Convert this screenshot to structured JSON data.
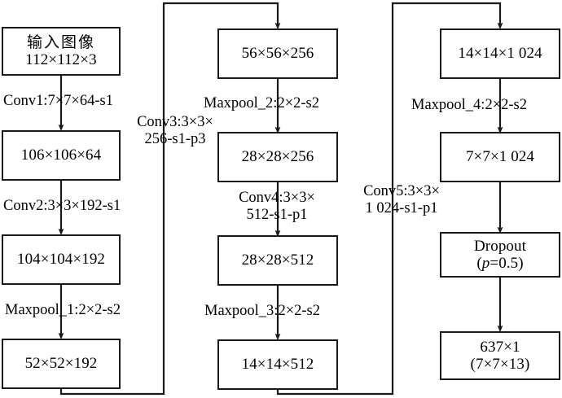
{
  "diagram": {
    "title": "CNN architecture flow diagram",
    "line_color": "#1a1a1a",
    "background": "#ffffff",
    "columns": [
      {
        "name": "column-1",
        "nodes": [
          {
            "id": "input",
            "line1": "输入图像",
            "line2": "112×112×3"
          },
          {
            "id": "conv1-out",
            "line1": "106×106×64",
            "line2": ""
          },
          {
            "id": "conv2-out",
            "line1": "104×104×192",
            "line2": ""
          },
          {
            "id": "maxpool1-out",
            "line1": "52×52×192",
            "line2": ""
          }
        ],
        "edges": [
          {
            "id": "conv1",
            "label": "Conv1:7×7×64-s1"
          },
          {
            "id": "conv2",
            "label": "Conv2:3×3×192-s1"
          },
          {
            "id": "maxpool1",
            "label": "Maxpool_1:2×2-s2"
          }
        ]
      },
      {
        "name": "column-2",
        "nodes": [
          {
            "id": "conv3-out",
            "line1": "56×56×256",
            "line2": ""
          },
          {
            "id": "maxpool2-out",
            "line1": "28×28×256",
            "line2": ""
          },
          {
            "id": "conv4-out",
            "line1": "28×28×512",
            "line2": ""
          },
          {
            "id": "maxpool3-out",
            "line1": "14×14×512",
            "line2": ""
          }
        ],
        "edges": [
          {
            "id": "maxpool2",
            "label": "Maxpool_2:2×2-s2"
          },
          {
            "id": "conv4",
            "label_line1": "Conv4:3×3×",
            "label_line2": "512-s1-p1"
          },
          {
            "id": "maxpool3",
            "label": "Maxpool_3:2×2-s2"
          }
        ]
      },
      {
        "name": "column-3",
        "nodes": [
          {
            "id": "conv5-out",
            "line1": "14×14×1 024",
            "line2": ""
          },
          {
            "id": "maxpool4-out",
            "line1": "7×7×1 024",
            "line2": ""
          },
          {
            "id": "dropout",
            "line1": "Dropout",
            "line2_pre": "(",
            "line2_ital": "p",
            "line2_post": "=0.5)"
          },
          {
            "id": "output",
            "line1": "637×1",
            "line2": "(7×7×13)"
          }
        ],
        "edges": [
          {
            "id": "maxpool4",
            "label": "Maxpool_4:2×2-s2"
          }
        ]
      }
    ],
    "bridges": [
      {
        "id": "conv3",
        "label_line1": "Conv3:3×3×",
        "label_line2": "256-s1-p3"
      },
      {
        "id": "conv5",
        "label_line1": "Conv5:3×3×",
        "label_line2": "1 024-s1-p1"
      }
    ]
  }
}
